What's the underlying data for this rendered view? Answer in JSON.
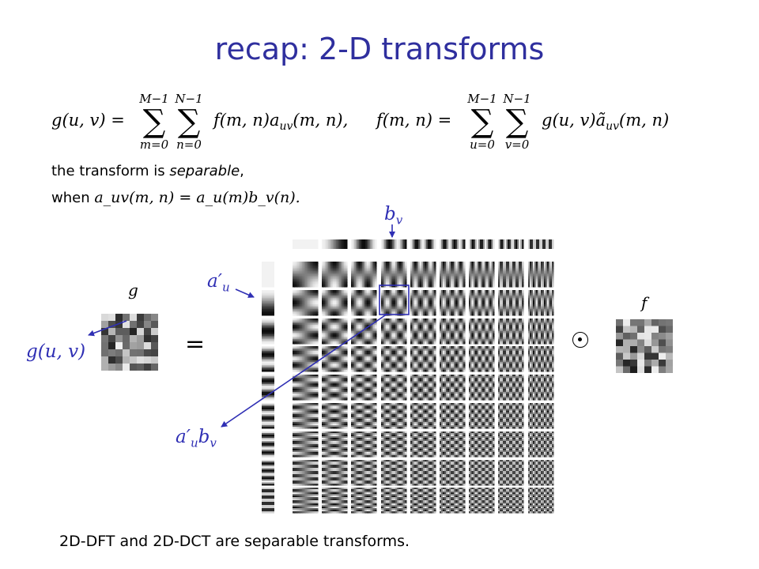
{
  "title": "recap: 2-D transforms",
  "equations": {
    "forward_lhs": "g(u, v) =",
    "forward_sum1": {
      "upper": "M−1",
      "lower": "m=0"
    },
    "forward_sum2": {
      "upper": "N−1",
      "lower": "n=0"
    },
    "forward_body": "f(m, n)a",
    "forward_sub": "uv",
    "forward_args": "(m, n),",
    "inverse_lhs": "f(m, n) =",
    "inverse_sum1": {
      "upper": "M−1",
      "lower": "u=0"
    },
    "inverse_sum2": {
      "upper": "N−1",
      "lower": "v=0"
    },
    "inverse_body": "g(u, v)ã",
    "inverse_sub": "uv",
    "inverse_args": "(m, n)",
    "sigma": "∑"
  },
  "separable": {
    "line1_pre": "the transform is ",
    "line1_em": "separable",
    "line1_post": ",",
    "line2_pre": "when ",
    "line2_math": "a_uv(m, n) = a_u(m)b_v(n)."
  },
  "labels": {
    "g": "g",
    "f": "f",
    "equals": "=",
    "guv": "g(u, v)",
    "au_prime": "a′",
    "au_sub": "u",
    "bv": "b",
    "bv_sub": "v",
    "aubv": "a′",
    "aubv_sub": "u",
    "aubv_b": "b",
    "aubv_b_sub": "v"
  },
  "basis_grid": {
    "rows": 9,
    "cols": 9,
    "basis_type": "DCT"
  },
  "colors": {
    "title": "#2f2f9e",
    "annotation": "#2f2fb4"
  },
  "caption": "2D-DFT and 2D-DCT are separable transforms."
}
